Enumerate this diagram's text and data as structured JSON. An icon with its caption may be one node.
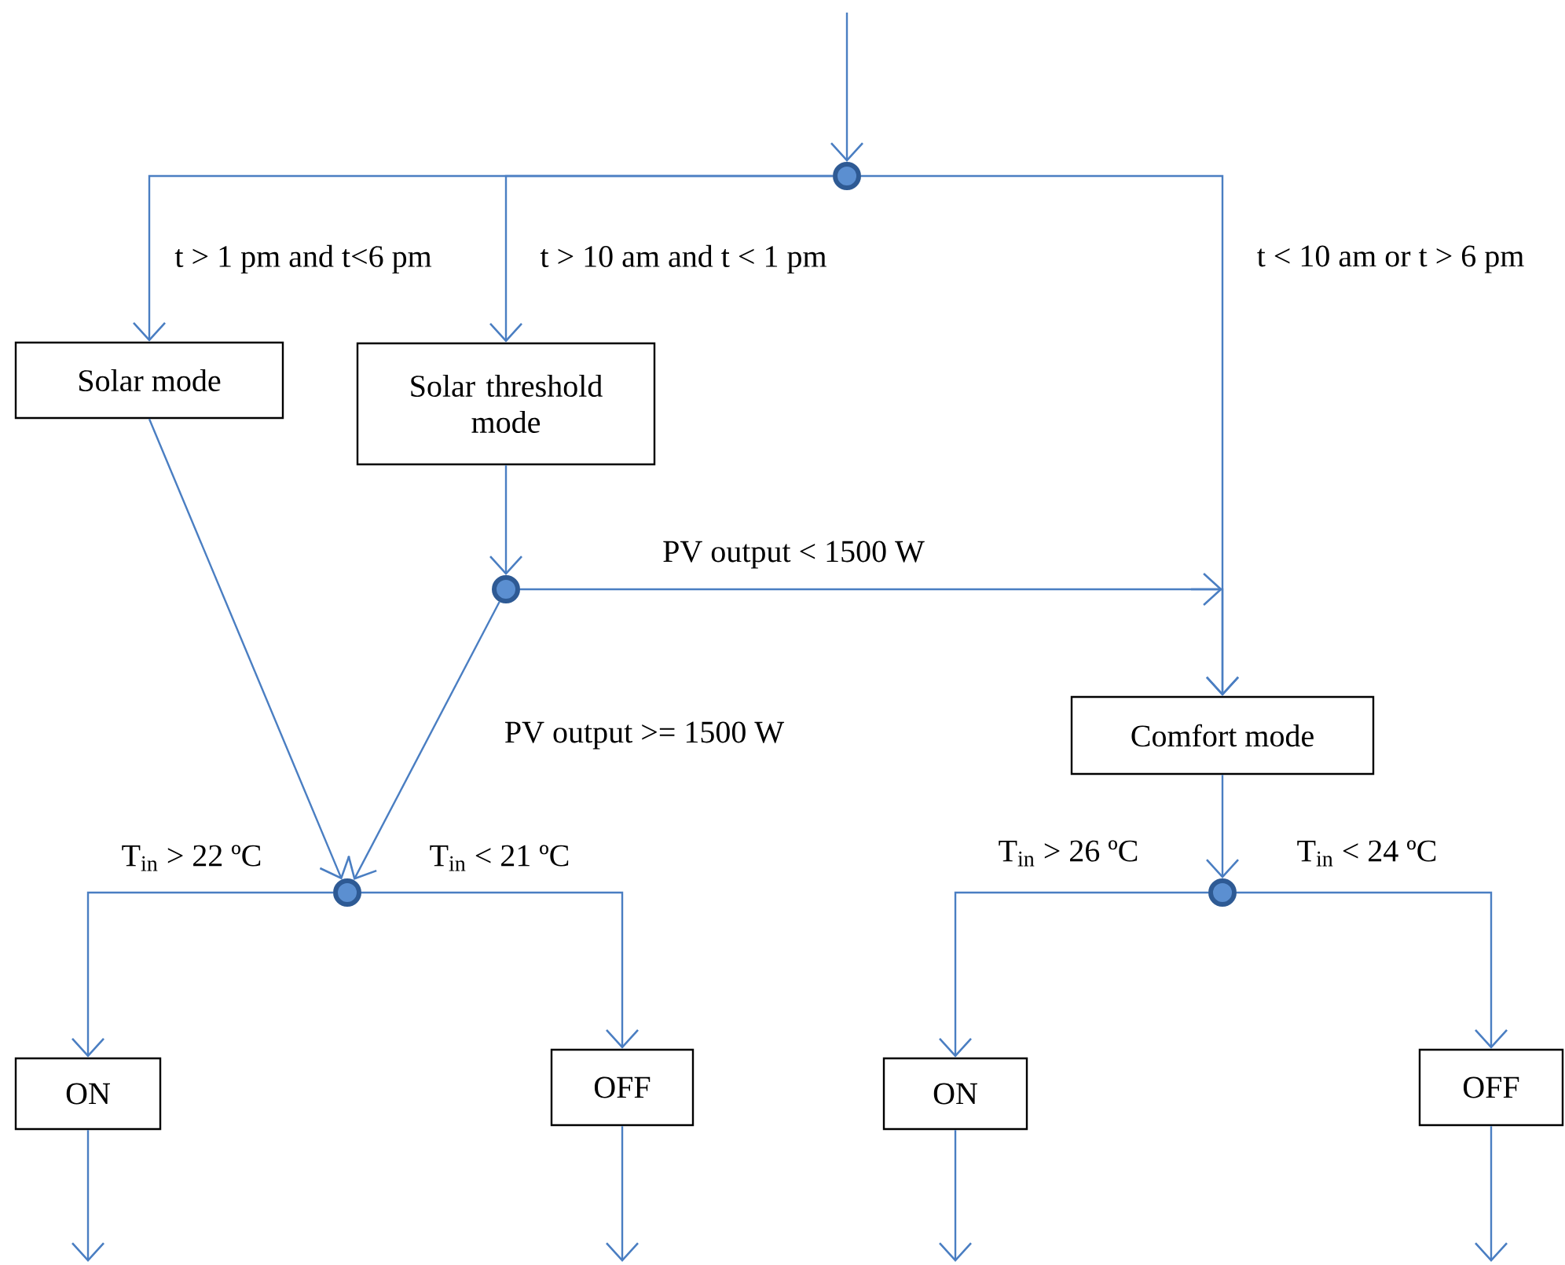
{
  "diagram": {
    "nodes": [
      {
        "text": [],
        "shape": "circle"
      },
      {
        "text": [
          "Solar mode"
        ]
      },
      {
        "text": [
          "Solar threshold mode"
        ]
      },
      {
        "text": [],
        "shape": "circle"
      },
      {
        "text": [
          "Comfort mode"
        ]
      },
      {
        "text": [],
        "shape": "circle"
      },
      {
        "text": [
          "ON"
        ]
      },
      {
        "text": [
          "OFF"
        ]
      },
      {
        "text": [],
        "shape": "circle"
      },
      {
        "text": [
          "ON"
        ]
      },
      {
        "text": [
          "OFF"
        ]
      }
    ],
    "edges": [
      {
        "from": null,
        "to": 0,
        "arrow": "to"
      },
      {
        "from": 0,
        "to": 1,
        "arrow": "to",
        "label": "t > 1 pm and t<6 pm"
      },
      {
        "from": 0,
        "to": 2,
        "arrow": "to",
        "label": "t > 10 am and t < 1 pm"
      },
      {
        "from": 0,
        "to": 4,
        "arrow": "to",
        "label": "t < 10 am or t > 6 pm"
      },
      {
        "from": 2,
        "to": 3,
        "arrow": "to"
      },
      {
        "from": 3,
        "to": 4,
        "arrow": "to",
        "label": "PV output < 1500 W"
      },
      {
        "from": 1,
        "to": 5,
        "arrow": "to"
      },
      {
        "from": 3,
        "to": 5,
        "arrow": "to",
        "label": "PV output >= 1500 W"
      },
      {
        "from": 5,
        "to": 6,
        "arrow": "to",
        "label": "T$_{in}$ > 22 ºC"
      },
      {
        "from": 5,
        "to": 7,
        "arrow": "to",
        "label": "T$_{in}$ < 21 ºC"
      },
      {
        "from": 4,
        "to": 8,
        "arrow": "to"
      },
      {
        "from": 8,
        "to": 9,
        "arrow": "to",
        "label": "T$_{in}$ > 26 ºC"
      },
      {
        "from": 8,
        "to": 10,
        "arrow": "to",
        "label": "T$_{in}$ < 24 ºC"
      },
      {
        "from": 6,
        "to": null,
        "arrow": "to"
      },
      {
        "from": 7,
        "to": null,
        "arrow": "to"
      },
      {
        "from": 9,
        "to": null,
        "arrow": "to"
      },
      {
        "from": 10,
        "to": null,
        "arrow": "to"
      }
    ]
  }
}
